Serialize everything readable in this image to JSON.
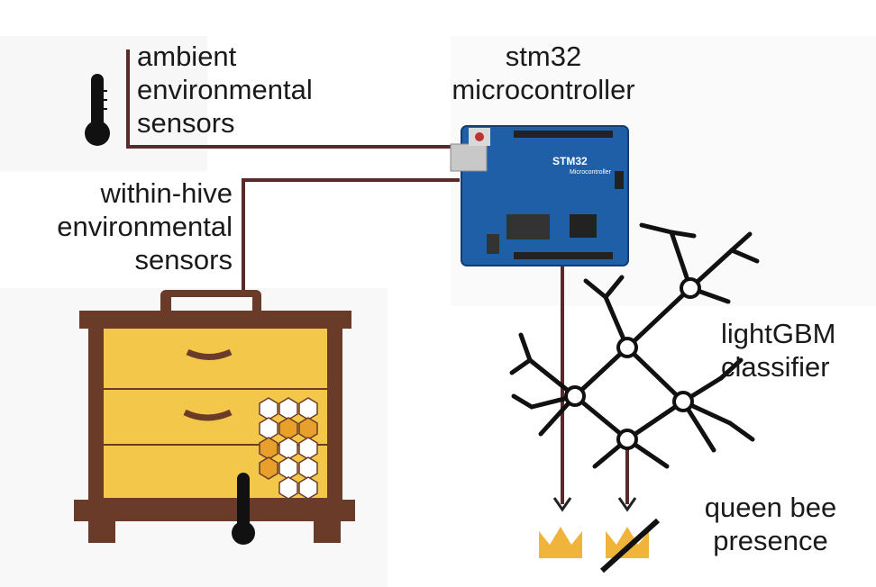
{
  "labels": {
    "ambient": "ambient\nenvironmental\nsensors",
    "within_hive": "within-hive\nenvironmental\nsensors",
    "mcu": "stm32\nmicrocontroller",
    "classifier": "lightGBM\nclassifier",
    "output": "queen bee\npresence"
  },
  "board_marking": "STM32",
  "board_submarking": "Microcontroller",
  "colors": {
    "wire": "#5a2a2a",
    "board": "#1f5fa8",
    "hive_wood": "#6b3b2a",
    "hive_yellow": "#f2c74a",
    "honey": "#e8a02a",
    "crown": "#f0b43a",
    "thermometer": "#111111"
  },
  "icons": {
    "ambient_sensor": "thermometer-icon",
    "hive_sensor": "thermometer-icon",
    "classifier": "tree-network-icon",
    "present": "crown-icon",
    "absent": "crossed-crown-icon"
  }
}
